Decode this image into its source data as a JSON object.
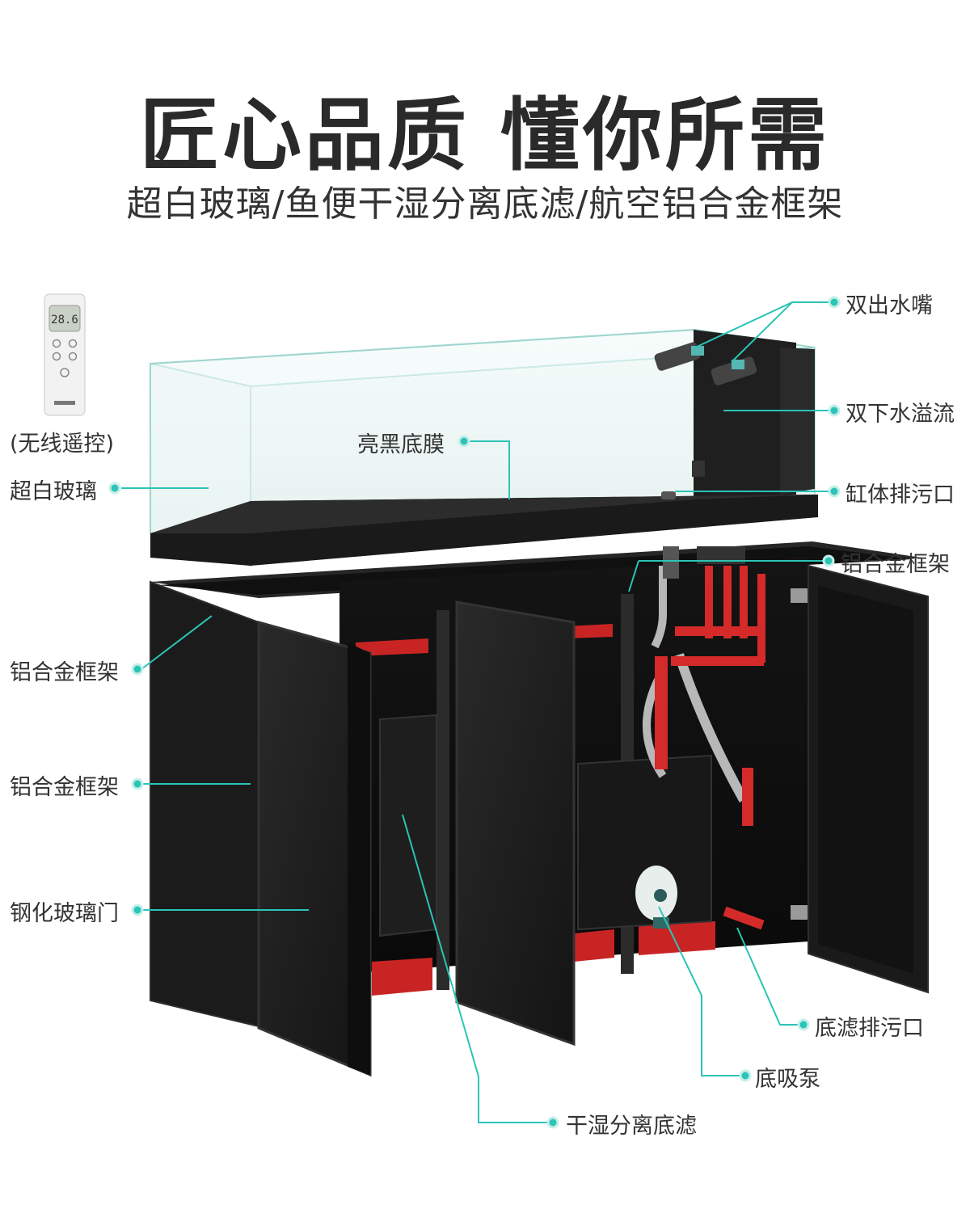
{
  "header": {
    "title": "匠心品质 懂你所需",
    "subtitle": "超白玻璃/鱼便干湿分离底滤/航空铝合金框架"
  },
  "remote": {
    "display": "28.6",
    "caption": "(无线遥控)"
  },
  "callouts": {
    "dual_outlet": "双出水嘴",
    "dual_overflow": "双下水溢流",
    "tank_drain": "缸体排污口",
    "frame_top_right": "铝合金框架",
    "black_film": "亮黑底膜",
    "ultra_clear_glass": "超白玻璃",
    "frame_left_1": "铝合金框架",
    "frame_left_2": "铝合金框架",
    "tempered_glass_door": "钢化玻璃门",
    "sump_drain": "底滤排污口",
    "bottom_pump": "底吸泵",
    "sump_filter": "干湿分离底滤"
  },
  "colors": {
    "accent": "#2bc4b6",
    "cabinet": "#1c1c1c",
    "pipe_red": "#d42a2a",
    "text": "#333333"
  }
}
